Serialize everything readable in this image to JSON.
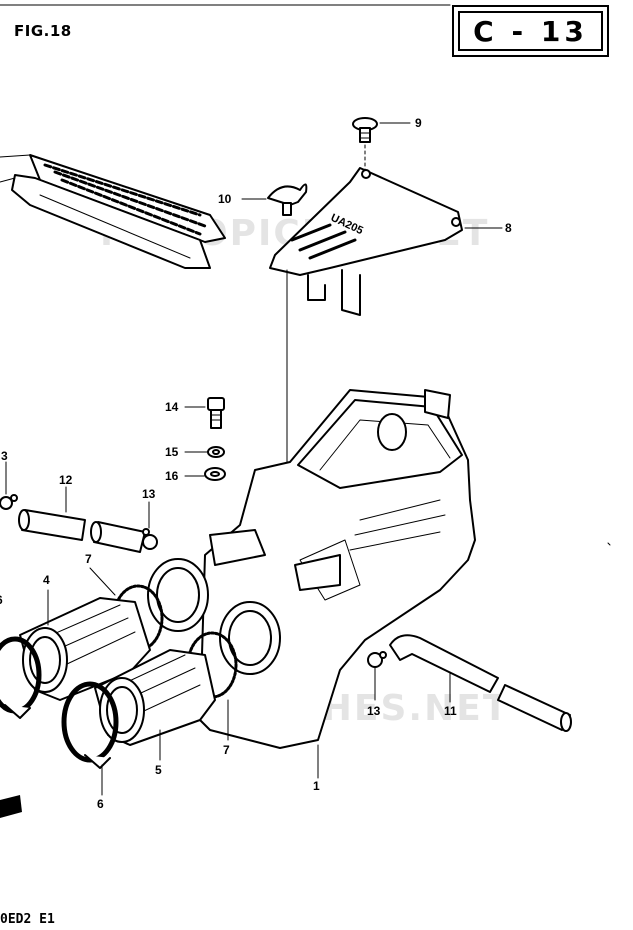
{
  "header": {
    "figure_label": "FIG.18",
    "page_code": "C - 13"
  },
  "footer": {
    "model_code": "0ED2 E1"
  },
  "parts_callouts": [
    {
      "number": "9"
    },
    {
      "number": "10"
    },
    {
      "number": "8"
    },
    {
      "number": "14"
    },
    {
      "number": "15"
    },
    {
      "number": "16"
    },
    {
      "number": "3"
    },
    {
      "number": "12"
    },
    {
      "number": "13"
    },
    {
      "number": "7"
    },
    {
      "number": "4"
    },
    {
      "number": "6"
    },
    {
      "number": "5"
    },
    {
      "number": "7"
    },
    {
      "number": "6"
    },
    {
      "number": "1"
    },
    {
      "number": "13"
    },
    {
      "number": "11"
    }
  ],
  "cover_stamp": "UA205",
  "watermarks": [
    "MOTOPICHES.NET",
    "MOTOPICHES.NET"
  ]
}
